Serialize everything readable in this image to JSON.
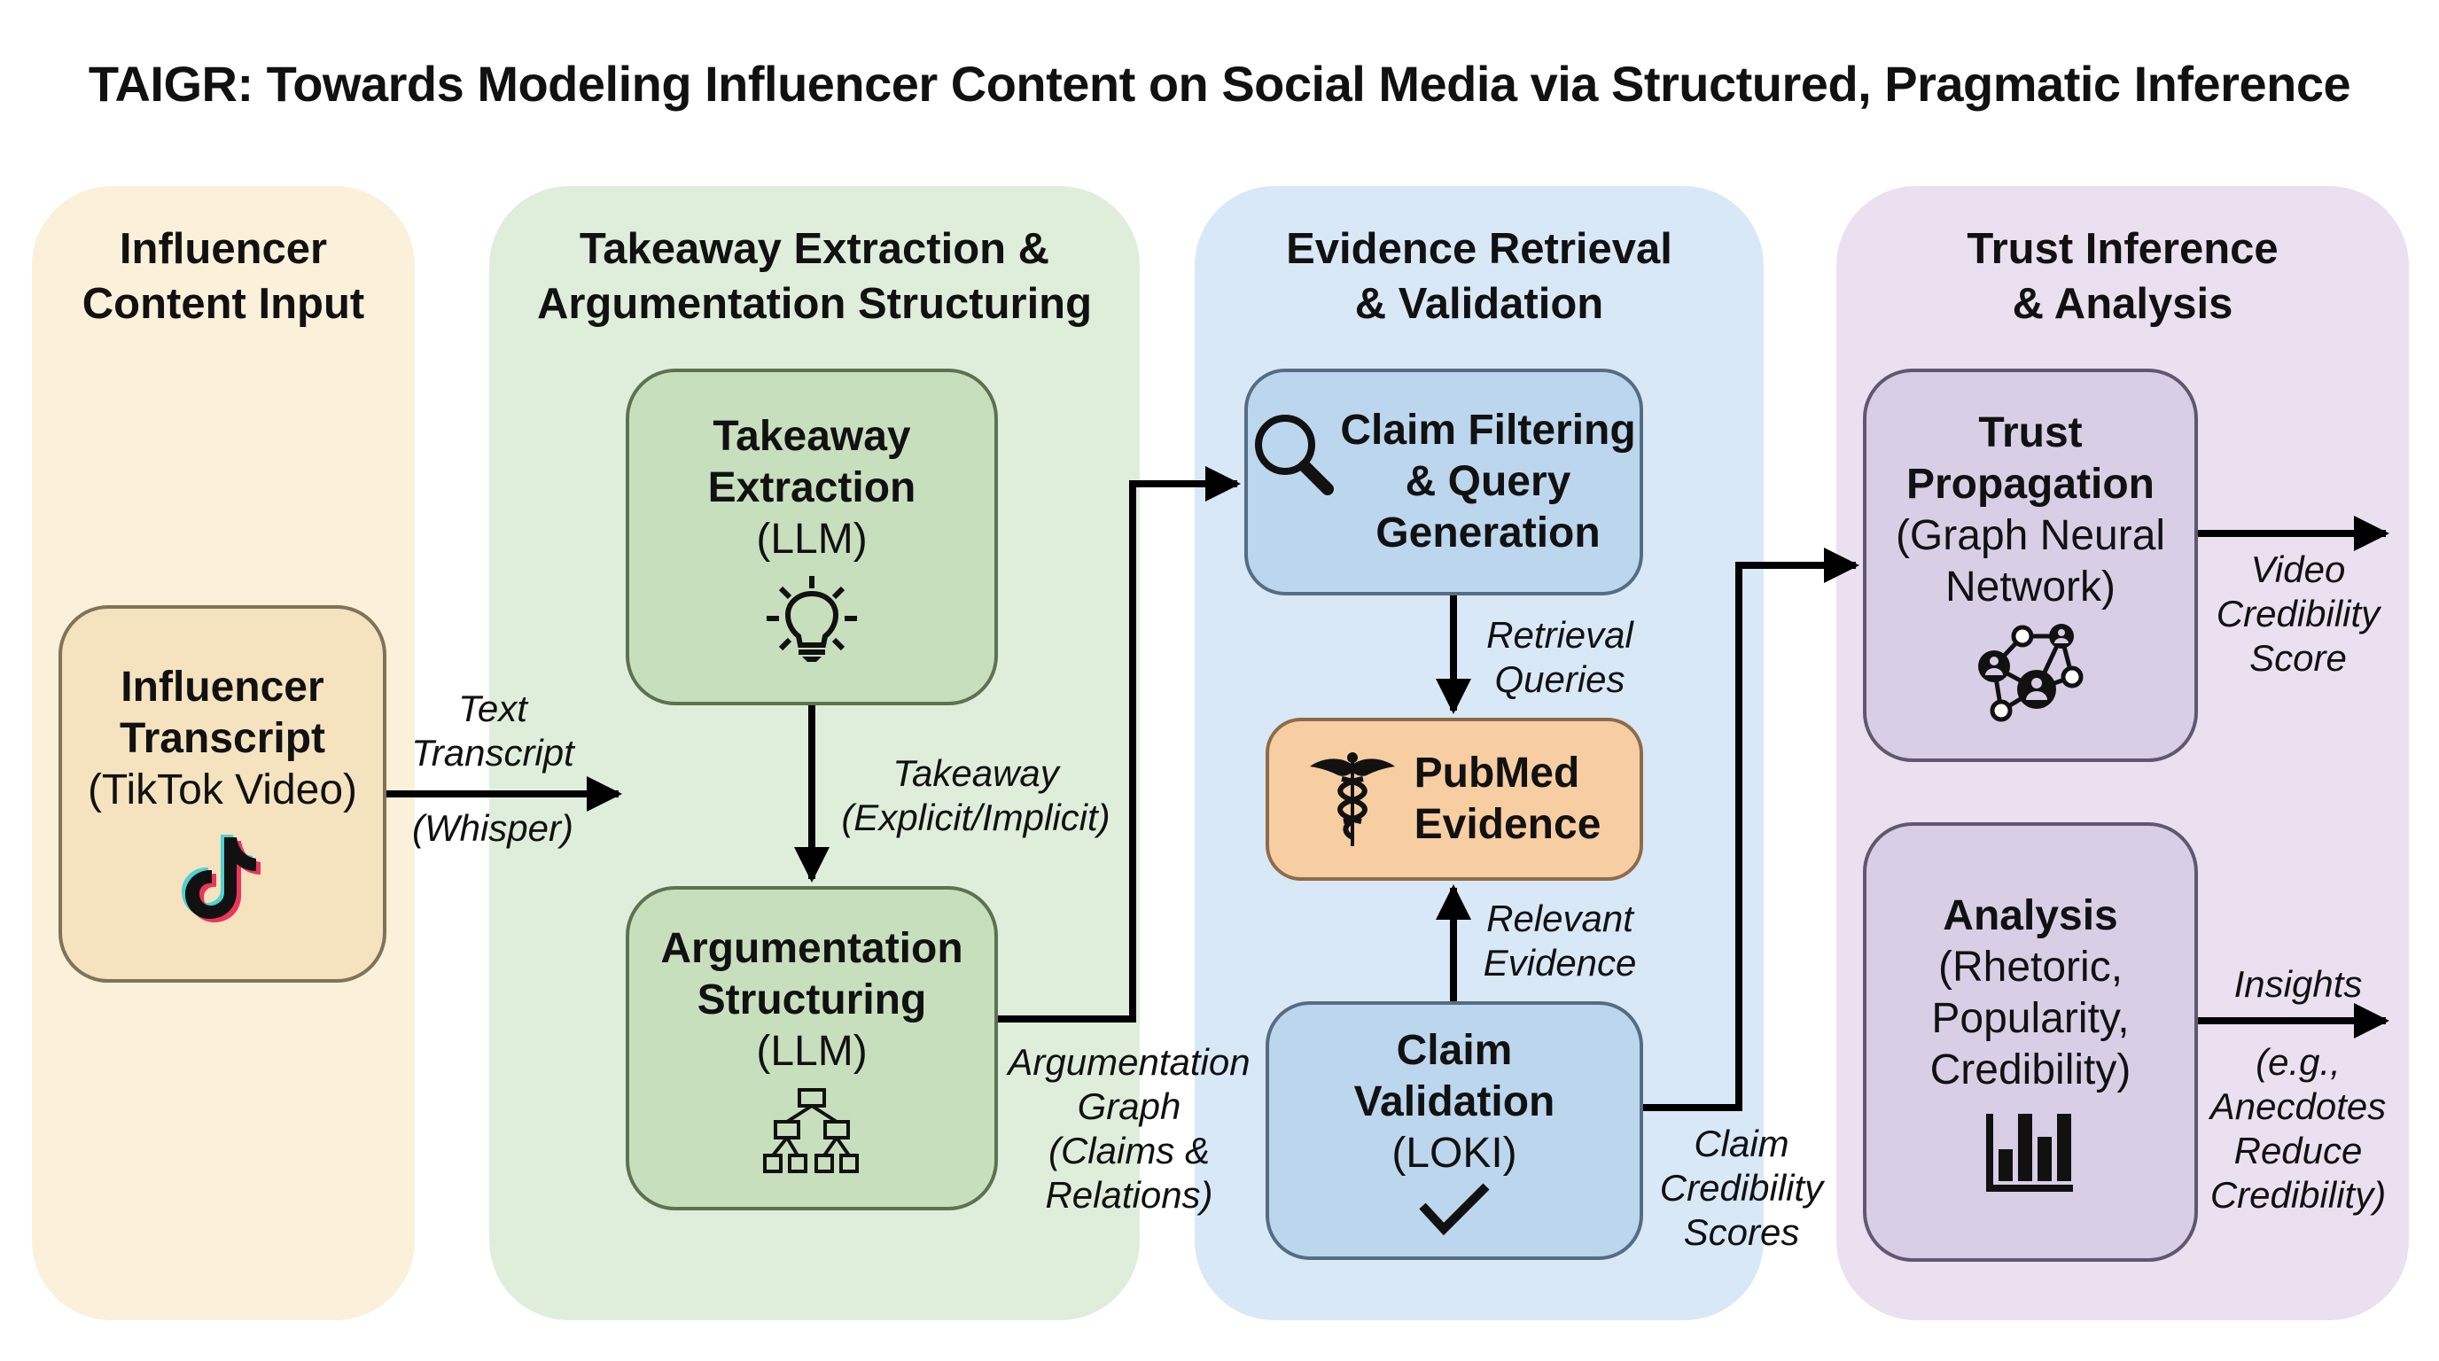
{
  "title": "TAIGR: Towards Modeling Influencer Content on Social Media via Structured, Pragmatic Inference",
  "colors": {
    "input_panel": "#fbf0d9",
    "extraction_panel": "#dfeedb",
    "evidence_panel": "#d8e8f6",
    "trust_panel": "#ebe0ef",
    "pubmed_node": "#f7cda2",
    "tiktok_cyan": "#4fd1d3",
    "tiktok_red": "#e8365c"
  },
  "stages": [
    {
      "id": "input",
      "title": "Influencer\nContent Input"
    },
    {
      "id": "extraction",
      "title": "Takeaway Extraction &\nArgumentation Structuring"
    },
    {
      "id": "evidence",
      "title": "Evidence Retrieval\n& Validation"
    },
    {
      "id": "trust",
      "title": "Trust Inference\n& Analysis"
    }
  ],
  "nodes": {
    "transcript": {
      "title": "Influencer\nTranscript",
      "subtitle": "(TikTok Video)",
      "icon": "tiktok-logo-icon"
    },
    "takeaway": {
      "title": "Takeaway\nExtraction",
      "subtitle": "(LLM)",
      "icon": "lightbulb-icon"
    },
    "argumentation": {
      "title": "Argumentation\nStructuring",
      "subtitle": "(LLM)",
      "icon": "hierarchy-tree-icon"
    },
    "claim_filtering": {
      "title": "Claim Filtering\n& Query\nGeneration",
      "icon": "magnifier-icon"
    },
    "pubmed": {
      "title": "PubMed\nEvidence",
      "icon": "caduceus-icon"
    },
    "claim_validation": {
      "title": "Claim\nValidation",
      "subtitle": "(LOKI)",
      "icon": "checkmark-icon"
    },
    "trust_propagation": {
      "title": "Trust\nPropagation",
      "subtitle": "(Graph Neural\nNetwork)",
      "icon": "network-graph-icon"
    },
    "analysis": {
      "title": "Analysis",
      "subtitle": "(Rhetoric,\nPopularity,\nCredibility)",
      "icon": "bar-chart-icon"
    }
  },
  "edges": {
    "transcript_to_takeaway": {
      "label_top": "Text\nTranscript",
      "label_bottom": "(Whisper)"
    },
    "takeaway_to_argumentation": {
      "label": "Takeaway\n(Explicit/Implicit)"
    },
    "argumentation_to_filtering": {
      "label": "Argumentation\nGraph\n(Claims &\nRelations)"
    },
    "filtering_to_pubmed": {
      "label": "Retrieval\nQueries"
    },
    "validation_to_pubmed": {
      "label": "Relevant\nEvidence"
    },
    "validation_to_trust": {
      "label": "Claim\nCredibility\nScores"
    },
    "trust_output": {
      "label": "Video\nCredibility\nScore"
    },
    "analysis_output": {
      "label_top": "Insights",
      "label_bottom": "(e.g.,\nAnecdotes\nReduce\nCredibility)"
    }
  }
}
